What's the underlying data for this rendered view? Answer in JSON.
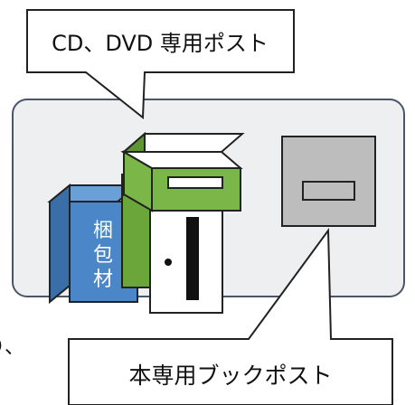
{
  "callouts": {
    "top": "CD、DVD 専用ポスト",
    "bottom": "本専用ブックポスト"
  },
  "packaging_box": {
    "chars": [
      "梱",
      "包",
      "材"
    ]
  },
  "edge_text": "り、",
  "colors": {
    "panel_fill": "#eeeff1",
    "panel_stroke": "#4a5568",
    "box_blue": "#4a86c8",
    "box_blue_dark": "#3a6ea8",
    "cd_post_green": "#7ab648",
    "cd_post_green_dark": "#5f9632",
    "book_post_gray": "#bdbdbd",
    "slot_black": "#111111"
  }
}
